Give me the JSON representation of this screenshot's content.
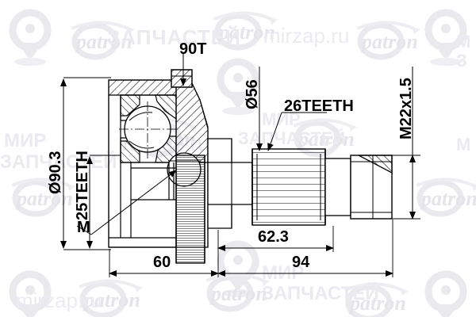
{
  "drawing": {
    "type": "technical-drawing",
    "subject": "cv-joint-outer-assembly",
    "background_color": "#ffffff",
    "line_color": "#000000"
  },
  "labels": {
    "abs_ring_teeth": "90T",
    "outer_diameter": "Ø90.3",
    "inner_spline_teeth": "25TEETH",
    "grease_marker": "M",
    "joint_body_diameter": "Ø56",
    "shaft_spline_teeth": "26TEETH",
    "thread_spec": "M22x1.5",
    "length_60": "60",
    "length_62_3": "62.3",
    "length_94": "94"
  },
  "watermarks": {
    "brand": "patron",
    "site": "mirzap.ru",
    "ru_line1": "МИР",
    "ru_line2": "ЗАПЧАСТЕЙ",
    "color": "#e8e8ec"
  }
}
